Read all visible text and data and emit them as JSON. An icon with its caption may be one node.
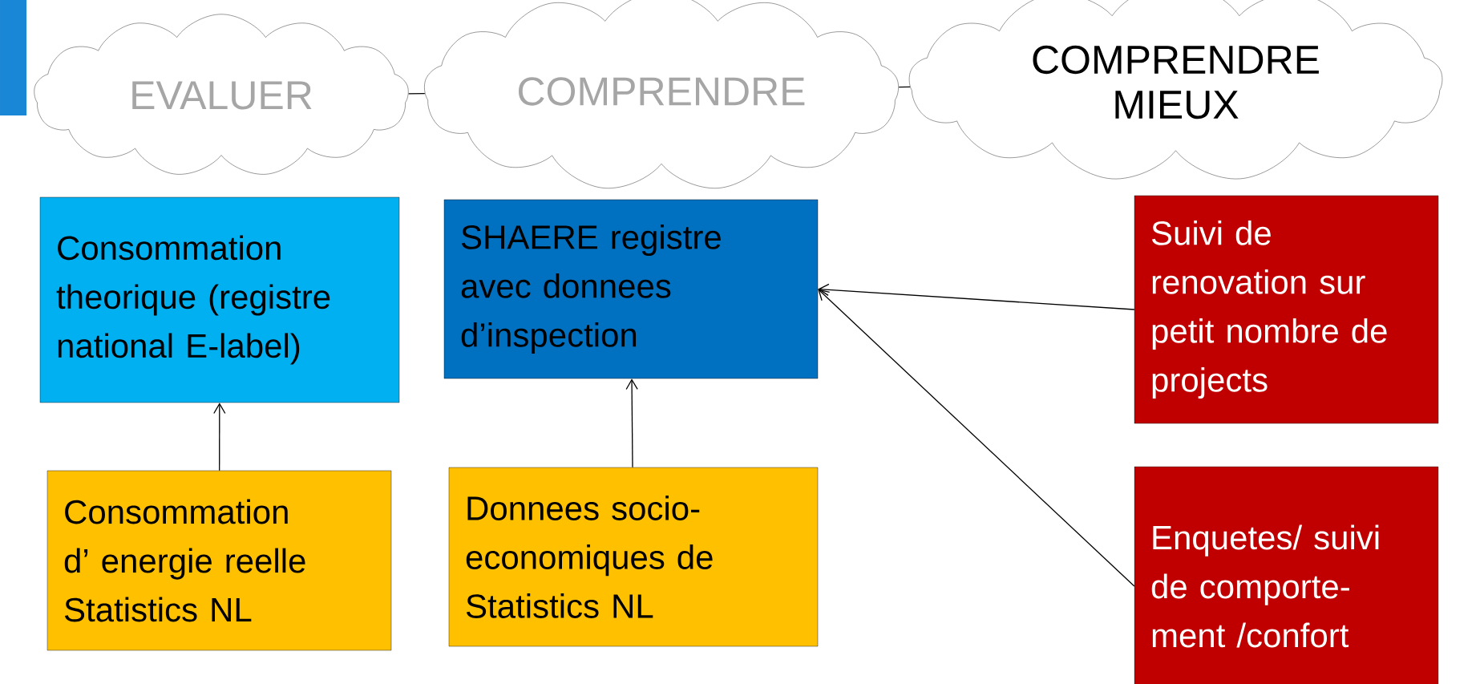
{
  "diagram": {
    "nodes": [
      {
        "text": [
          "EVALUER"
        ]
      },
      {
        "text": [
          "COMPRENDRE"
        ]
      },
      {
        "text": [
          "COMPRENDRE MIEUX"
        ]
      },
      {
        "text": [
          "Consommation theorique (registre national E-label)"
        ]
      },
      {
        "text": [
          "SHAERE registre avec donnees d’inspection"
        ]
      },
      {
        "text": [
          "Suivi de renovation sur petit nombre de projects"
        ]
      },
      {
        "text": [
          "Consommation d’ energie reelle Statistics NL"
        ]
      },
      {
        "text": [
          "Donnees socio-economiques de Statistics NL"
        ]
      },
      {
        "text": [
          "Enquetes/ suivi de comporte-ment /confort"
        ]
      }
    ],
    "edges": [
      {
        "from": 0,
        "to": 1,
        "arrow": "none"
      },
      {
        "from": 1,
        "to": 2,
        "arrow": "none"
      },
      {
        "from": 6,
        "to": 3,
        "arrow": "to"
      },
      {
        "from": 7,
        "to": 4,
        "arrow": "to"
      },
      {
        "from": 5,
        "to": 4,
        "arrow": "to"
      },
      {
        "from": 8,
        "to": 4,
        "arrow": "to"
      }
    ]
  }
}
